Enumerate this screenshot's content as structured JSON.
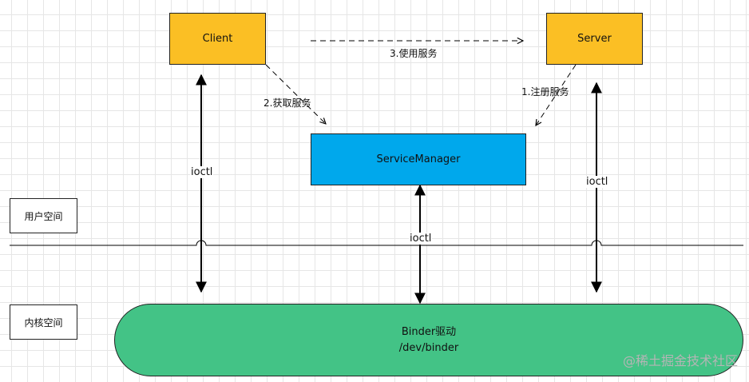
{
  "client": {
    "label": "Client"
  },
  "server": {
    "label": "Server"
  },
  "service_manager": {
    "label": "ServiceManager"
  },
  "binder": {
    "line1": "Binder驱动",
    "line2": "/dev/binder"
  },
  "zones": {
    "user": "用户空间",
    "kernel": "内核空间"
  },
  "steps": {
    "register": "1.注册服务",
    "get": "2.获取服务",
    "use": "3.使用服务"
  },
  "ioctl": {
    "left": "ioctl",
    "center": "ioctl",
    "right": "ioctl"
  },
  "watermark": "@稀土掘金技术社区",
  "colors": {
    "process_fill": "#fbbf24",
    "service_manager_fill": "#00a8ec",
    "binder_fill": "#43c386"
  }
}
